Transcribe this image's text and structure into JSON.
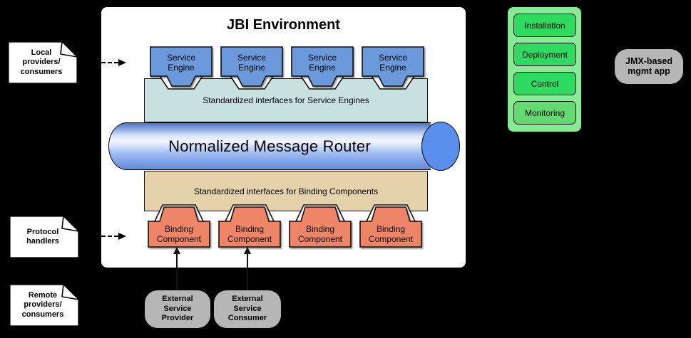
{
  "colors": {
    "background": "#000000",
    "container": "#ffffff",
    "service_engine_blue": "#6b99dc",
    "se_band_teal": "#c9e1e0",
    "router_blue": "#5b8fee",
    "bc_band_tan": "#e5d2ab",
    "binding_component_salmon": "#ed8566",
    "panel_green": "#86ec96",
    "button_green": "#2edb60",
    "button_green_light": "#62da70",
    "gray_box": "#b6b6b6"
  },
  "jbi": {
    "title": "JBI Environment",
    "se_band_label": "Standardized interfaces for Service Engines",
    "router_label": "Normalized Message Router",
    "bc_band_label": "Standardized interfaces for Binding Components",
    "service_engines": [
      "Service\nEngine",
      "Service\nEngine",
      "Service\nEngine",
      "Service\nEngine"
    ],
    "binding_components": [
      "Binding\nComponent",
      "Binding\nComponent",
      "Binding\nComponent",
      "Binding\nComponent"
    ]
  },
  "notes": [
    {
      "label": "Local\nproviders/\nconsumers"
    },
    {
      "label": "Protocol\nhandlers"
    },
    {
      "label": "Remote\nproviders/\nconsumers"
    }
  ],
  "externals": [
    {
      "label": "External\nService\nProvider"
    },
    {
      "label": "External\nService\nConsumer"
    }
  ],
  "mgmt_panel": {
    "buttons": [
      {
        "label": "Installation"
      },
      {
        "label": "Deployment"
      },
      {
        "label": "Control"
      },
      {
        "label": "Monitoring"
      }
    ]
  },
  "jmx_label": "JMX-based\nmgmt app"
}
